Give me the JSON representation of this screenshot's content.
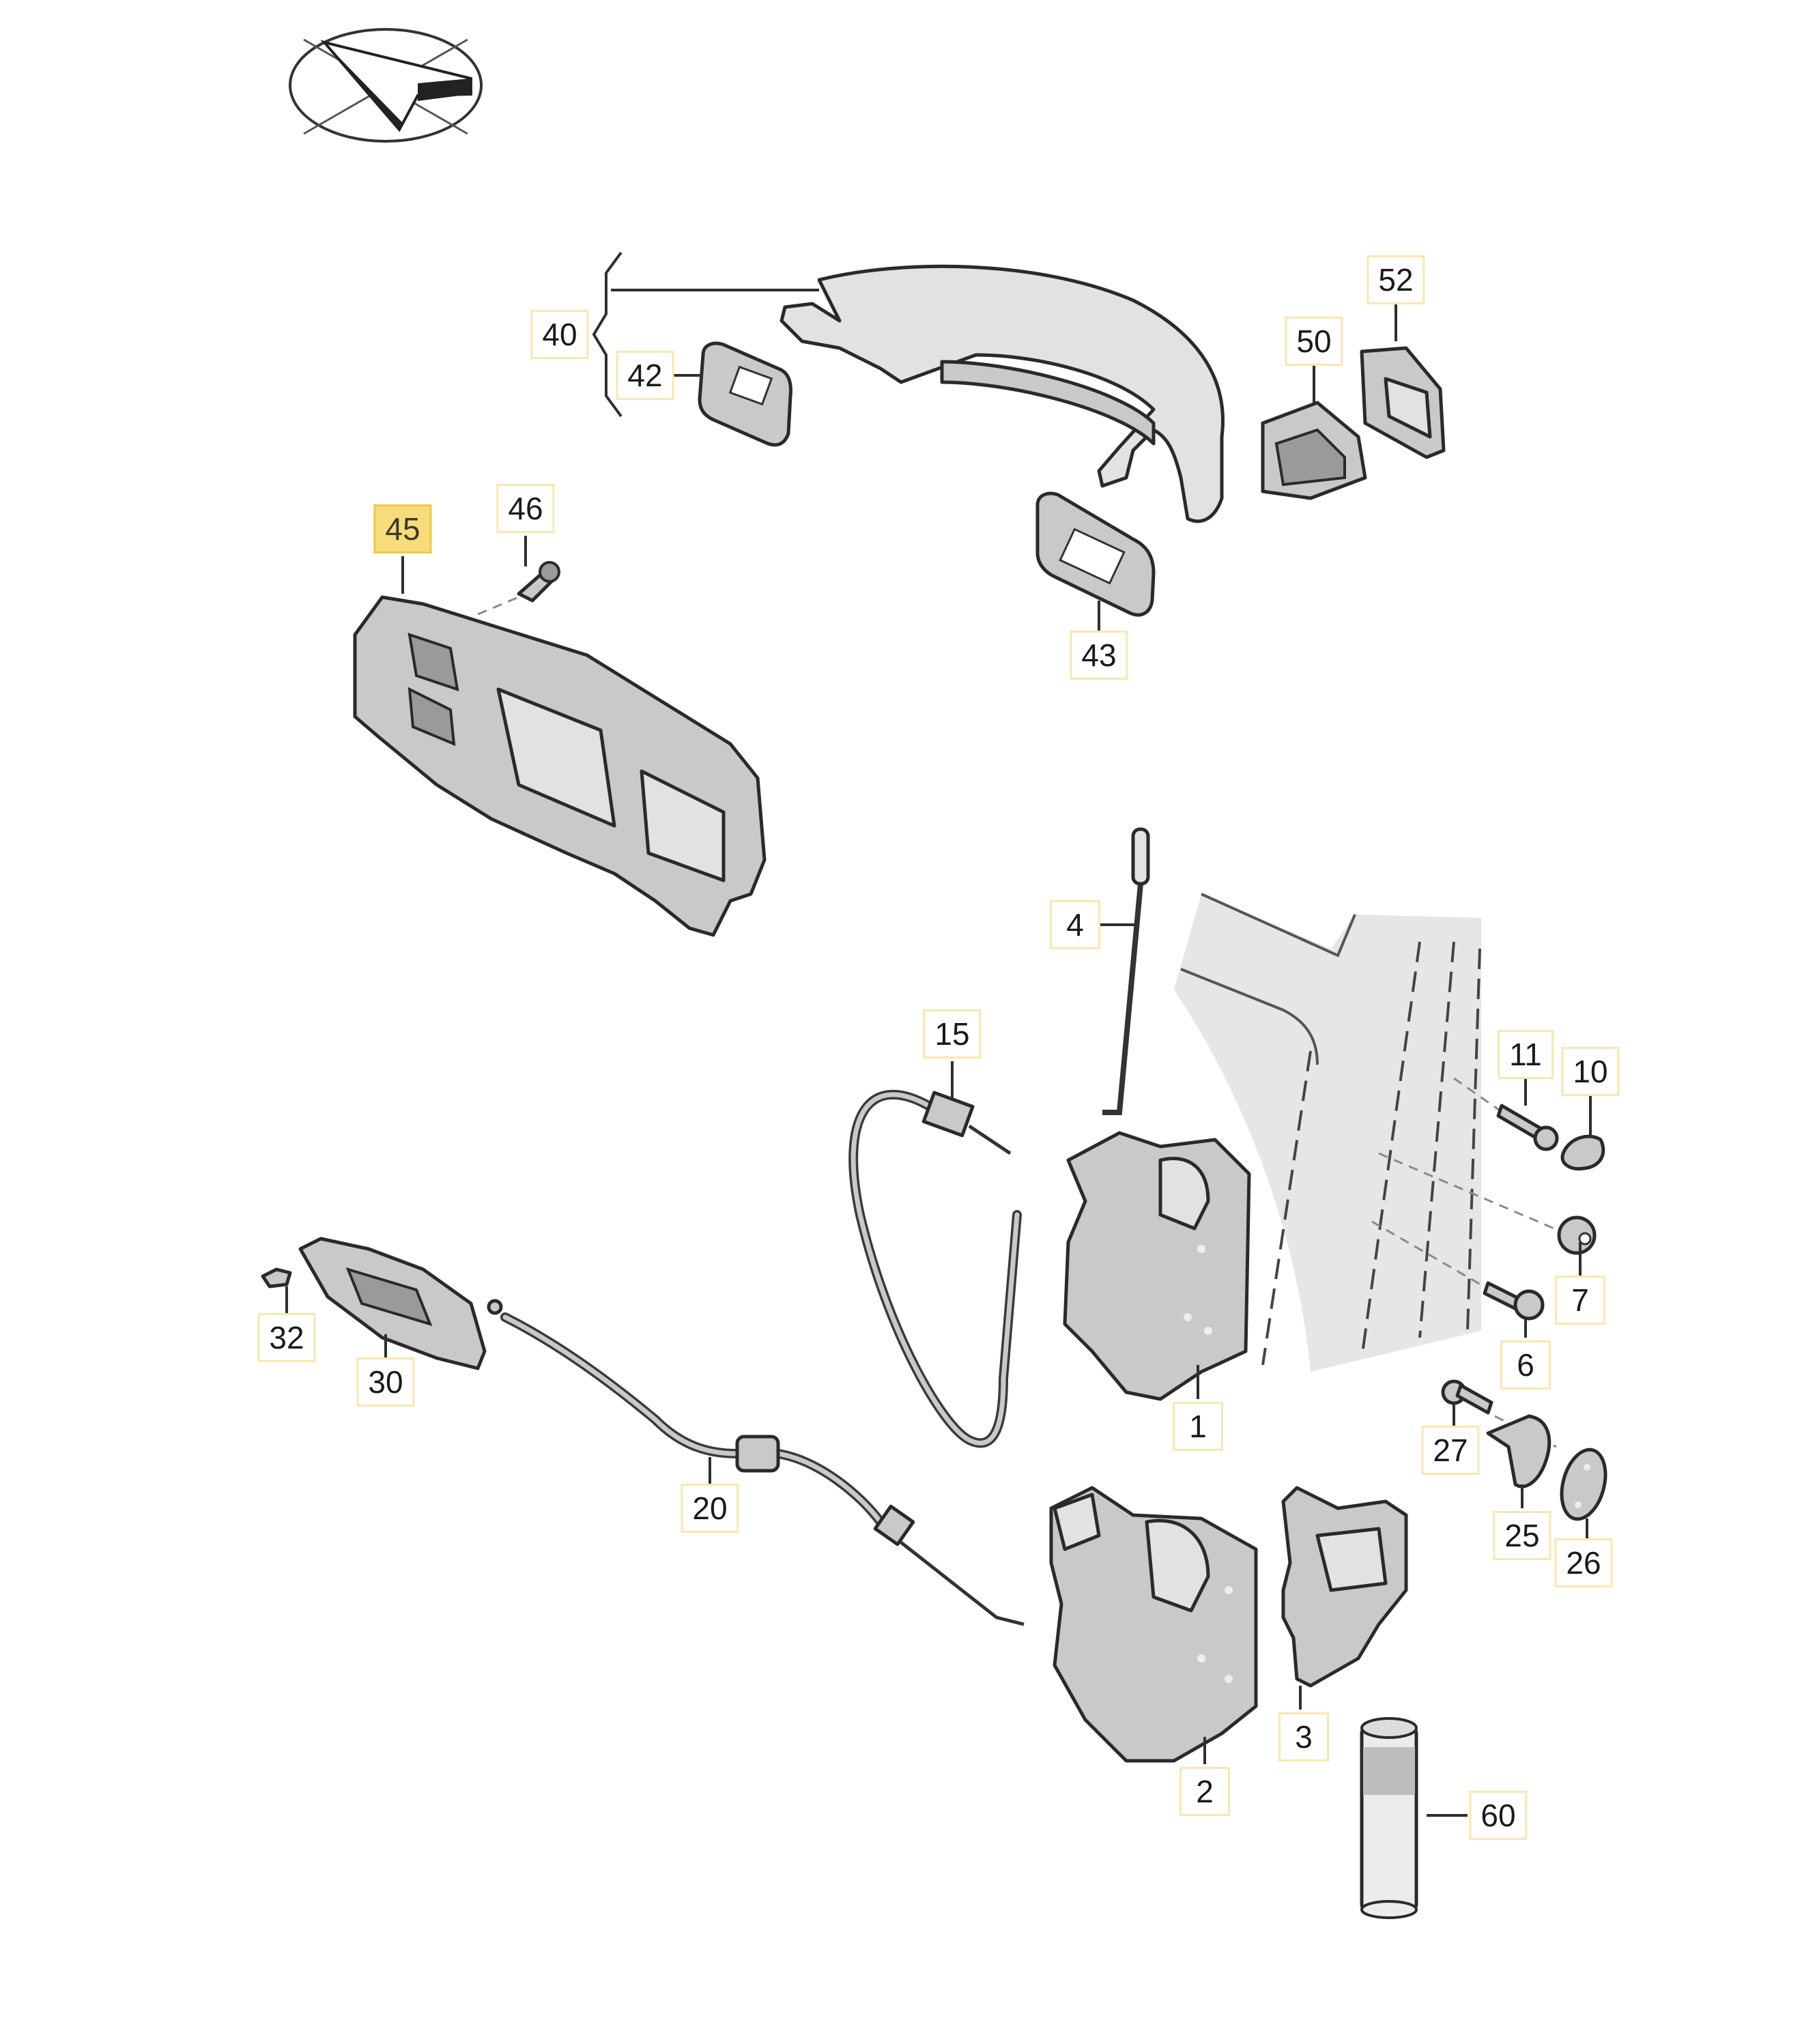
{
  "diagram": {
    "title": "Door handle and lock assembly exploded view",
    "orientation_icon": "view-orientation-icon",
    "highlight_color": "#f8dc7c",
    "callout_border_color": "#fbe6b0",
    "highlighted_part": "45",
    "callouts": [
      {
        "id": "40",
        "label": "40",
        "part": "outer-door-handle-assembly"
      },
      {
        "id": "42",
        "label": "42",
        "part": "handle-gasket-front"
      },
      {
        "id": "43",
        "label": "43",
        "part": "handle-gasket-rear"
      },
      {
        "id": "45",
        "label": "45",
        "part": "handle-carrier-bracket",
        "highlighted": true
      },
      {
        "id": "46",
        "label": "46",
        "part": "carrier-screw"
      },
      {
        "id": "50",
        "label": "50",
        "part": "lock-cylinder-housing"
      },
      {
        "id": "52",
        "label": "52",
        "part": "cylinder-cover-cap"
      },
      {
        "id": "4",
        "label": "4",
        "part": "lock-rod"
      },
      {
        "id": "15",
        "label": "15",
        "part": "bowden-cable-upper"
      },
      {
        "id": "1",
        "label": "1",
        "part": "door-lock-actuator-upper"
      },
      {
        "id": "11",
        "label": "11",
        "part": "striker-bolt"
      },
      {
        "id": "10",
        "label": "10",
        "part": "bolt-cap"
      },
      {
        "id": "7",
        "label": "7",
        "part": "grommet"
      },
      {
        "id": "6",
        "label": "6",
        "part": "lock-screw"
      },
      {
        "id": "27",
        "label": "27",
        "part": "striker-screw"
      },
      {
        "id": "25",
        "label": "25",
        "part": "striker-plate"
      },
      {
        "id": "26",
        "label": "26",
        "part": "striker-shim"
      },
      {
        "id": "32",
        "label": "32",
        "part": "clip"
      },
      {
        "id": "30",
        "label": "30",
        "part": "inner-door-handle"
      },
      {
        "id": "20",
        "label": "20",
        "part": "bowden-cable-lower"
      },
      {
        "id": "2",
        "label": "2",
        "part": "door-lock-actuator-lower"
      },
      {
        "id": "3",
        "label": "3",
        "part": "lock-bracket"
      },
      {
        "id": "60",
        "label": "60",
        "part": "lubricant-spray-can"
      }
    ]
  }
}
